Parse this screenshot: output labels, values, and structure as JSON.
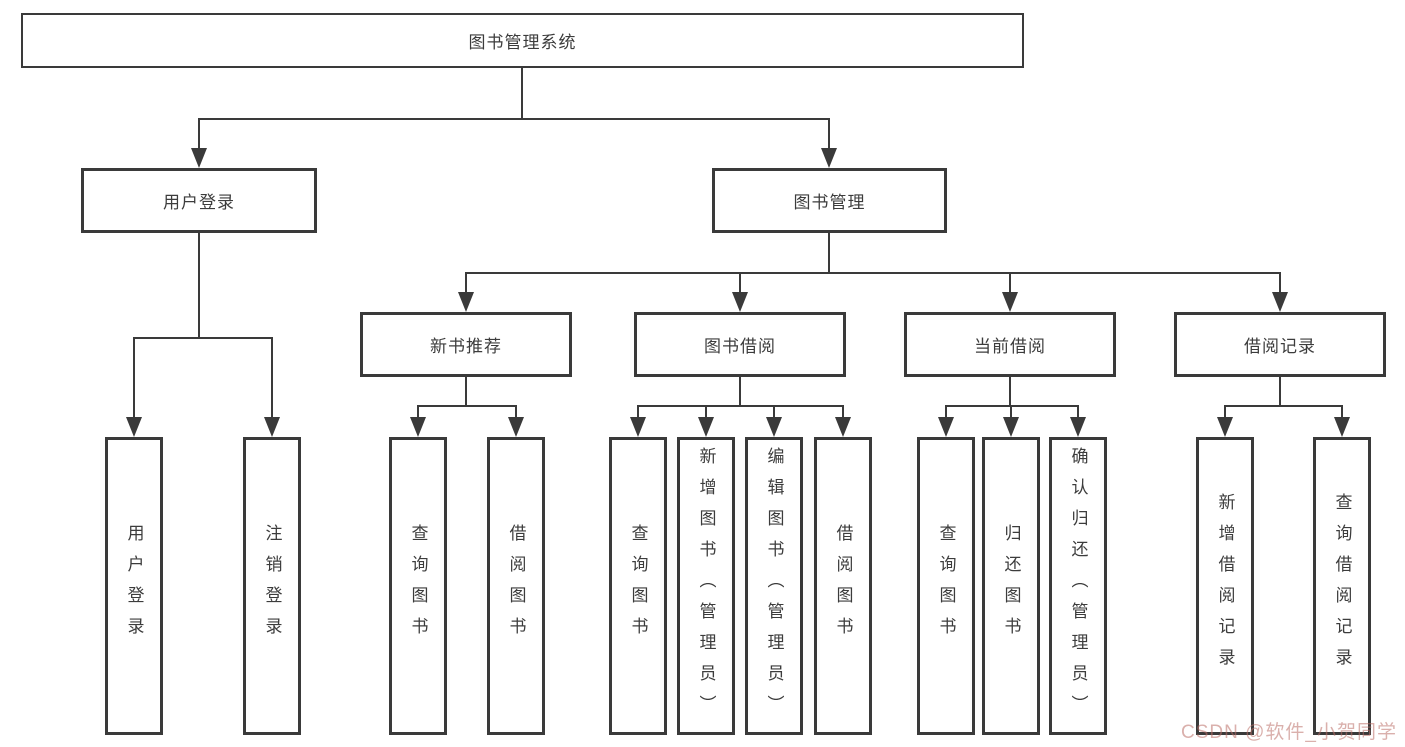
{
  "nodes": {
    "root": "图书管理系统",
    "user_login": {
      "label": "用户登录",
      "children": [
        "用户登录",
        "注销登录"
      ]
    },
    "book_manage": {
      "label": "图书管理",
      "groups": [
        {
          "label": "新书推荐",
          "children": [
            "查询图书",
            "借阅图书"
          ]
        },
        {
          "label": "图书借阅",
          "children": [
            "查询图书",
            "新增图书（管理员）",
            "编辑图书（管理员）",
            "借阅图书"
          ]
        },
        {
          "label": "当前借阅",
          "children": [
            "查询图书",
            "归还图书",
            "确认归还（管理员）"
          ]
        },
        {
          "label": "借阅记录",
          "children": [
            "新增借阅记录",
            "查询借阅记录"
          ]
        }
      ]
    }
  },
  "watermark": {
    "text": "CSDN @软件_小贺同学"
  },
  "colors": {
    "line": "#3a3a3a",
    "text": "#3c3c3c",
    "background": "#ffffff",
    "watermark": "#bc7068"
  }
}
